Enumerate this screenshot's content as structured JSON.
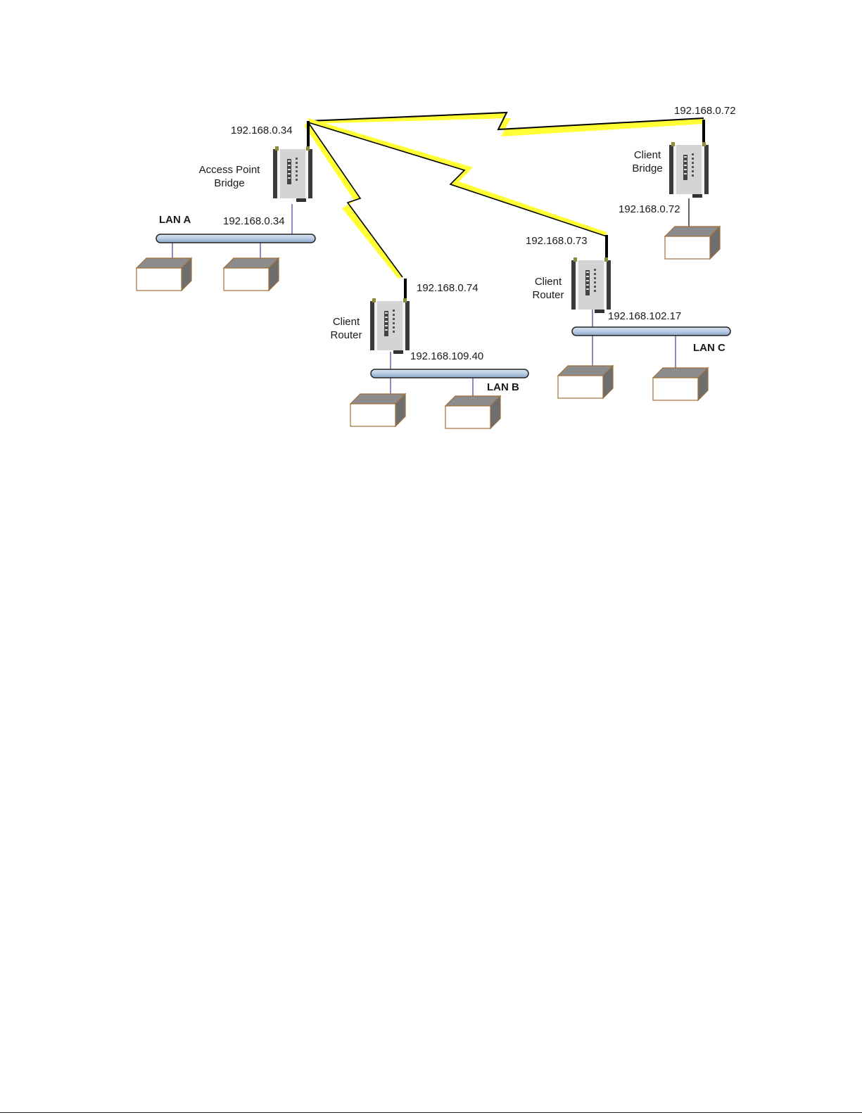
{
  "devices": [
    {
      "id": "ap",
      "role": [
        "Access Point",
        "Bridge"
      ],
      "wireless_ip": "192.168.0.34",
      "lan_ip": "192.168.0.34",
      "lan": "LAN A"
    },
    {
      "id": "cr-b",
      "role": [
        "Client",
        "Router"
      ],
      "wireless_ip": "192.168.0.74",
      "lan_ip": "192.168.109.40",
      "lan": "LAN B"
    },
    {
      "id": "cr-c",
      "role": [
        "Client",
        "Router"
      ],
      "wireless_ip": "192.168.0.73",
      "lan_ip": "192.168.102.17",
      "lan": "LAN C"
    },
    {
      "id": "cb",
      "role": [
        "Client",
        "Bridge"
      ],
      "wireless_ip": "192.168.0.72",
      "lan_ip": "192.168.0.72",
      "lan": ""
    }
  ],
  "lans": {
    "a": "LAN A",
    "b": "LAN B",
    "c": "LAN C"
  },
  "colors": {
    "wireless_link": "#ffff33",
    "lan_bus": "#b8cce4",
    "host_box_edge": "#a0703a",
    "host_box_shade": "#7f7f7f",
    "device_body": "#c8c8c8"
  },
  "icons": [
    "wireless-device-icon",
    "host-computer-icon",
    "lightning-link-icon"
  ]
}
